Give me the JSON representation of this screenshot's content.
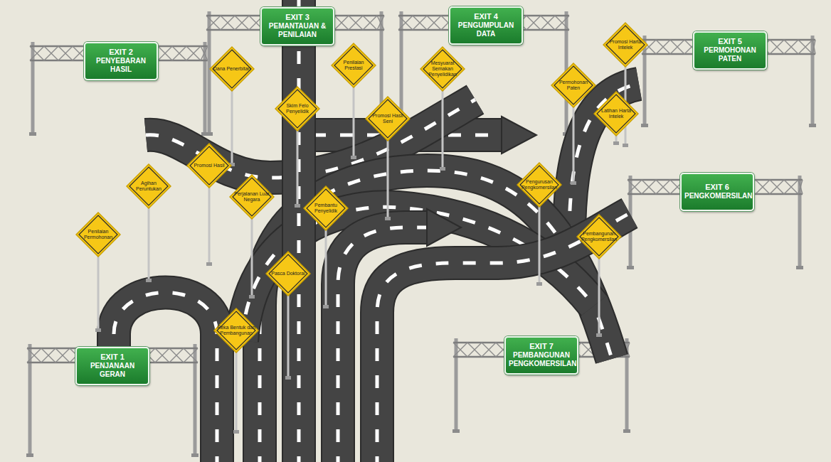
{
  "diagram": {
    "nodes": [
      {
        "text": [
          "EXIT 3",
          "PEMANTAUAN & PENILAIAN"
        ]
      },
      {
        "text": [
          "EXIT 4",
          "PENGUMPULAN DATA"
        ]
      },
      {
        "text": [
          "EXIT 2",
          "PENYEBARAN HASIL"
        ]
      },
      {
        "text": [
          "Promosi Harta Intelek"
        ]
      },
      {
        "text": [
          "EXIT 5",
          "PERMOHONAN PATEN"
        ]
      },
      {
        "text": [
          "Penilaian Prestasi"
        ]
      },
      {
        "text": [
          "Dana Penerbitan"
        ]
      },
      {
        "text": [
          "Mesyuarat Semakan Penyelidikan"
        ]
      },
      {
        "text": [
          "Permohonan Paten"
        ]
      },
      {
        "text": [
          "Skim Felo Penyelidik"
        ]
      },
      {
        "text": [
          "Latihan Harta Intelek"
        ]
      },
      {
        "text": [
          "Promosi Hasil Seni"
        ]
      },
      {
        "text": [
          "Promosi Hasil"
        ]
      },
      {
        "text": [
          "Agihan Peruntukan"
        ]
      },
      {
        "text": [
          "Pengurusan Pengkomersilan"
        ]
      },
      {
        "text": [
          "EXIT 6",
          "PENGKOMERSILAN"
        ]
      },
      {
        "text": [
          "Perjalanan Luar Negara"
        ]
      },
      {
        "text": [
          "Pembantu Penyelidik"
        ]
      },
      {
        "text": [
          "Penilaian Permohonan"
        ]
      },
      {
        "text": [
          "Pembangunan Pengkomersilan"
        ]
      },
      {
        "text": [
          "Pasca Doktoral"
        ]
      },
      {
        "text": [
          "Reka Bentuk dan Pembangunan"
        ]
      },
      {
        "text": [
          "EXIT 7",
          "PEMBANGUNAN PENGKOMERSILAN"
        ]
      },
      {
        "text": [
          "EXIT 1",
          "PENJANAAN GERAN"
        ]
      }
    ]
  }
}
